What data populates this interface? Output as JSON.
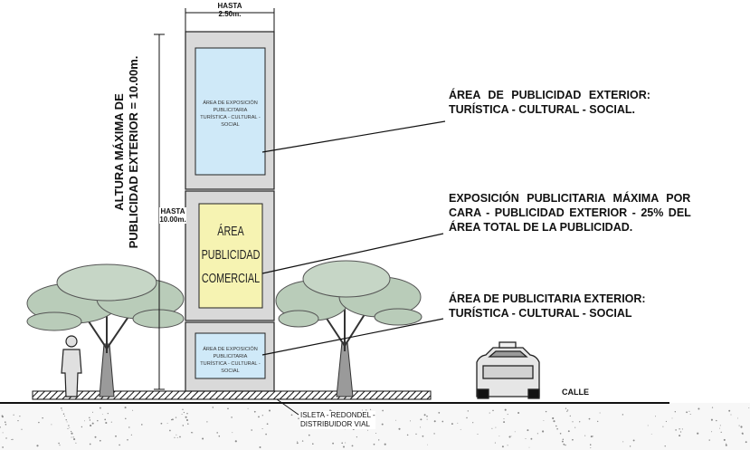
{
  "dimension_top": {
    "line1": "HASTA",
    "line2": "2.50m."
  },
  "dimension_side": {
    "line1": "HASTA",
    "line2": "10.00m."
  },
  "vertical_label": {
    "line1": "ALTURA MÁXIMA DE",
    "line2": "PUBLICIDAD EXTERIOR = 10.00m."
  },
  "panels": {
    "top": {
      "line1": "ÁREA DE EXPOSICIÓN PUBLICITARIA",
      "line2": "TURÍSTICA - CULTURAL - SOCIAL",
      "color": "#cfe9f8"
    },
    "middle": {
      "line1": "ÁREA",
      "line2": "PUBLICIDAD",
      "line3": "COMERCIAL",
      "color": "#f6f3b2"
    },
    "bottom": {
      "line1": "ÁREA DE EXPOSICIÓN PUBLICITARIA",
      "line2": "TURÍSTICA - CULTURAL - SOCIAL",
      "color": "#cfe9f8"
    }
  },
  "callouts": {
    "c1": {
      "line1": "ÁREA DE PUBLICIDAD EXTERIOR:",
      "line2": "TURÍSTICA - CULTURAL - SOCIAL."
    },
    "c2": {
      "line1": "EXPOSICIÓN PUBLICITARIA MÁXIMA POR",
      "line2": "CARA - PUBLICIDAD EXTERIOR - 25% DEL",
      "line3": "ÁREA TOTAL DE LA PUBLICIDAD."
    },
    "c3": {
      "line1": "ÁREA DE PUBLICITARIA EXTERIOR:",
      "line2": "TURÍSTICA - CULTURAL - SOCIAL"
    }
  },
  "ground": {
    "street_label": "CALLE",
    "island_line1": "ISLETA - REDONDEL -",
    "island_line2": "DISTRIBUIDOR VIAL"
  },
  "colors": {
    "ink": "#111111",
    "frame": "#d9d9d9",
    "tree": "#b9ccb9",
    "soil": "#f7f7f7"
  }
}
